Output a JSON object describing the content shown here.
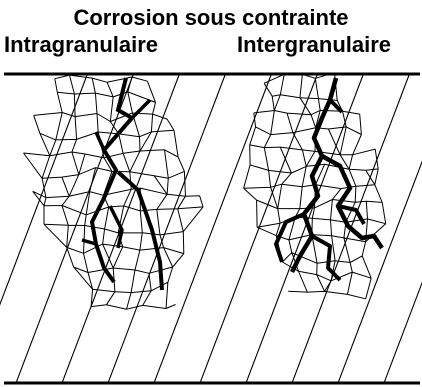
{
  "title": "Corrosion sous contrainte",
  "labels": {
    "left": "Intragranulaire",
    "right": "Intergranulaire"
  },
  "colors": {
    "background": "#ffffff",
    "ink": "#000000"
  }
}
